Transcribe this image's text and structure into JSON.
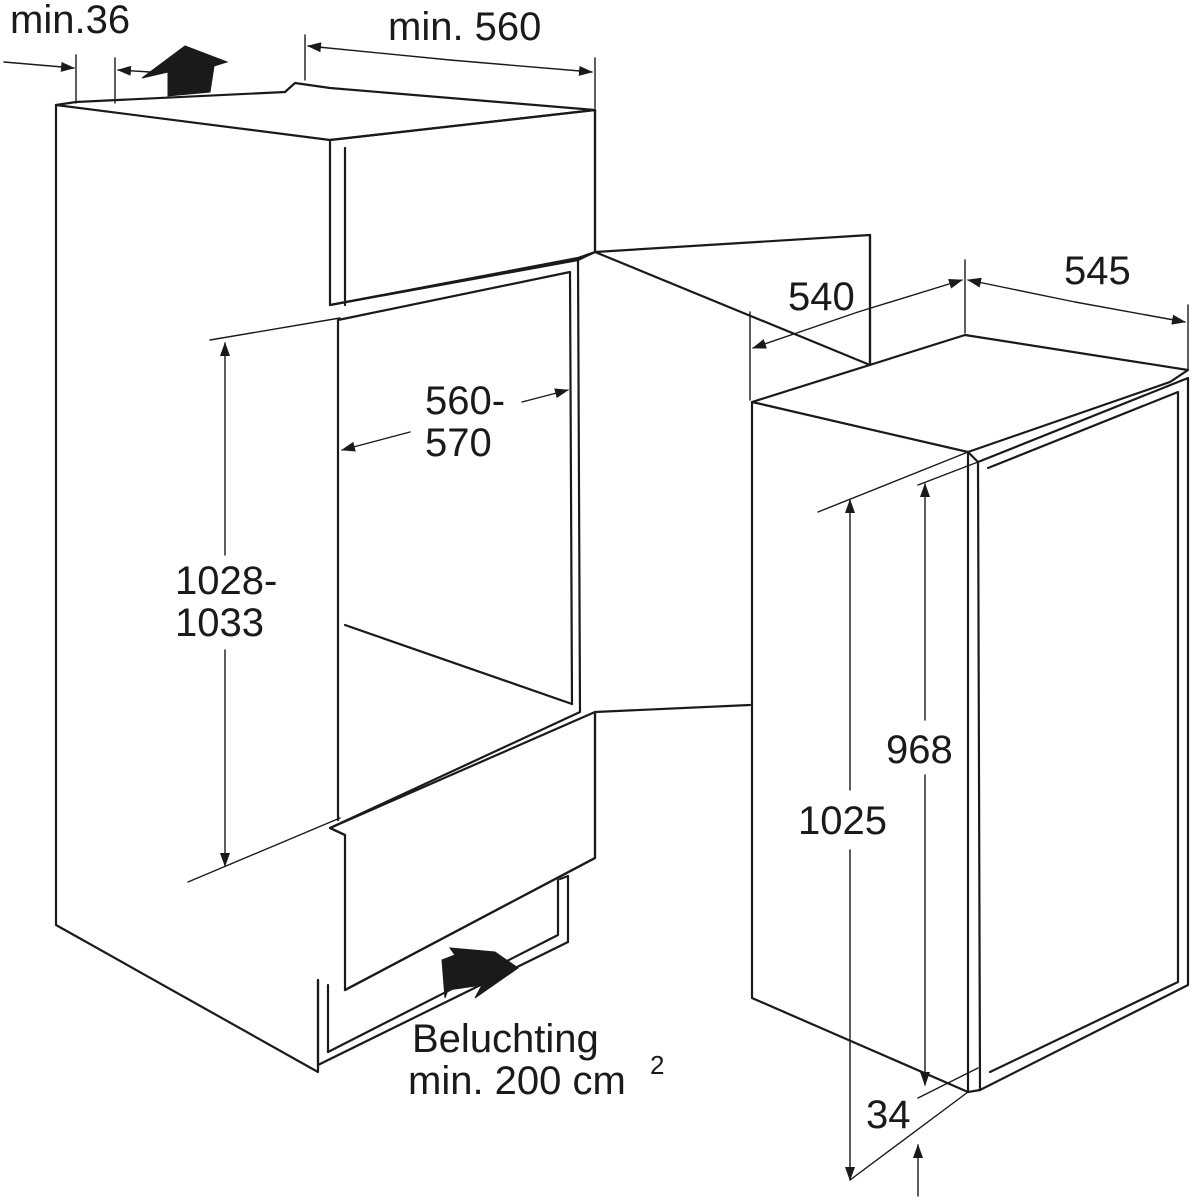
{
  "labels": {
    "top_gap": "min.36",
    "niche_width": "min. 560",
    "inner_width_a": "560-",
    "inner_width_b": "570",
    "niche_height_a": "1028-",
    "niche_height_b": "1033",
    "ventilation_a": "Beluchting",
    "ventilation_b": "min. 200 cm",
    "ventilation_sup": "2",
    "appliance_depth": "540",
    "appliance_width": "545",
    "door_height": "968",
    "appliance_height": "1025",
    "door_thickness": "34"
  }
}
